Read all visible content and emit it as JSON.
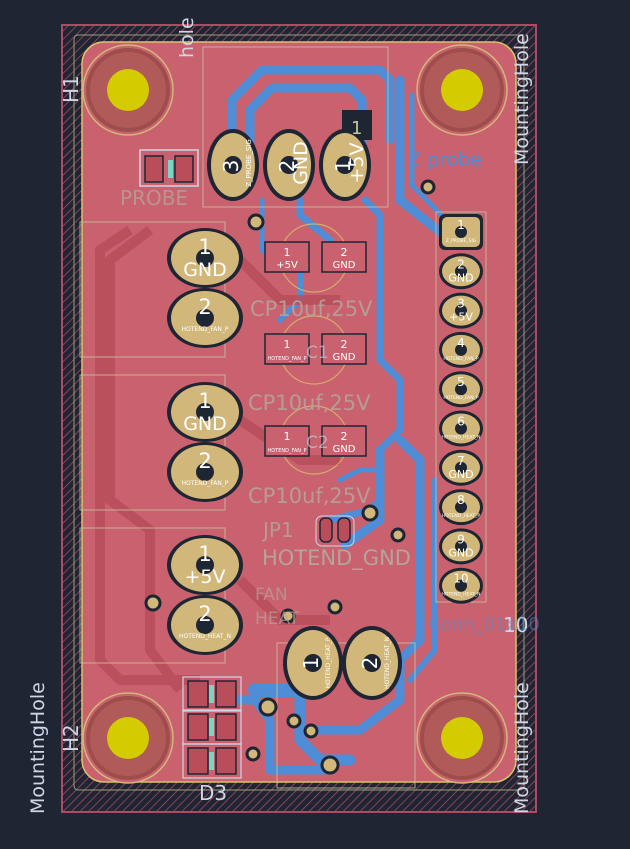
{
  "colors": {
    "background": "#1e2533",
    "board": "#c9616f",
    "courtyard": "#b04a63",
    "pad": "#d2b77a",
    "hole": "#d4cc00",
    "trace_back": "#4f8dd6",
    "trace_front": "#b94e5a",
    "silk": "#cfd6e6",
    "fab": "#c7c6a0",
    "ref": "#b6a39a"
  },
  "labels": {
    "mh_tr": "MountingHole",
    "mh_bl": "MountingHole",
    "mh_br": "MountingHole",
    "mh_tl_ghost": "hole",
    "h1": "H1",
    "h2": "H2",
    "probe_ref": "PROBE",
    "z_probe": "Z probe",
    "d3": "D3",
    "pin1_marker": "1",
    "cp1": "CP10uf,25V",
    "cp2": "CP10uf,25V",
    "cp3": "CP10uf,25V",
    "c1": "C1",
    "c2": "C2",
    "jp1": "JP1",
    "hotend_gnd": "HOTEND_GND",
    "pcb_fan": "FAN",
    "pcb_heat": "HEAT",
    "conn_10": "10",
    "conn_10_label": "Conn_01x10"
  },
  "probe_header": [
    {
      "num": "3",
      "net": "Z_PROBE_SIG"
    },
    {
      "num": "2",
      "net": "GND"
    },
    {
      "num": "1",
      "net": "+5V"
    }
  ],
  "left_terminals": [
    {
      "num": "1",
      "net": "GND"
    },
    {
      "num": "2",
      "net": "HOTEND_FAN_P"
    },
    {
      "num": "1",
      "net": "GND"
    },
    {
      "num": "2",
      "net": "HOTEND_FAN_P"
    },
    {
      "num": "1",
      "net": "+5V"
    },
    {
      "num": "2",
      "net": "HOTEND_HEAT_N"
    }
  ],
  "bottom_terminals": [
    {
      "num": "1",
      "net": "HOTEND_HEAT_P"
    },
    {
      "num": "2",
      "net": "HOTEND_HEAT_N"
    }
  ],
  "smd_caps": [
    {
      "p1": "1",
      "n1": "+5V",
      "p2": "2",
      "n2": "GND"
    },
    {
      "p1": "1",
      "n1": "HOTEND_FAN_P",
      "p2": "2",
      "n2": "GND"
    },
    {
      "p1": "1",
      "n1": "HOTEND_FAN_P",
      "p2": "2",
      "n2": "GND"
    }
  ],
  "connector": [
    {
      "num": "1",
      "net": "Z_PROBE_SIG"
    },
    {
      "num": "2",
      "net": "GND"
    },
    {
      "num": "3",
      "net": "+5V"
    },
    {
      "num": "4",
      "net": "HOTEND_FAN_P"
    },
    {
      "num": "5",
      "net": "HOTEND_FAN_P"
    },
    {
      "num": "6",
      "net": "HOTEND_HEAT_N"
    },
    {
      "num": "7",
      "net": "GND"
    },
    {
      "num": "8",
      "net": "HOTEND_HEAT_P"
    },
    {
      "num": "9",
      "net": "GND"
    },
    {
      "num": "10",
      "net": "HOTEND_HEAT_N"
    }
  ]
}
